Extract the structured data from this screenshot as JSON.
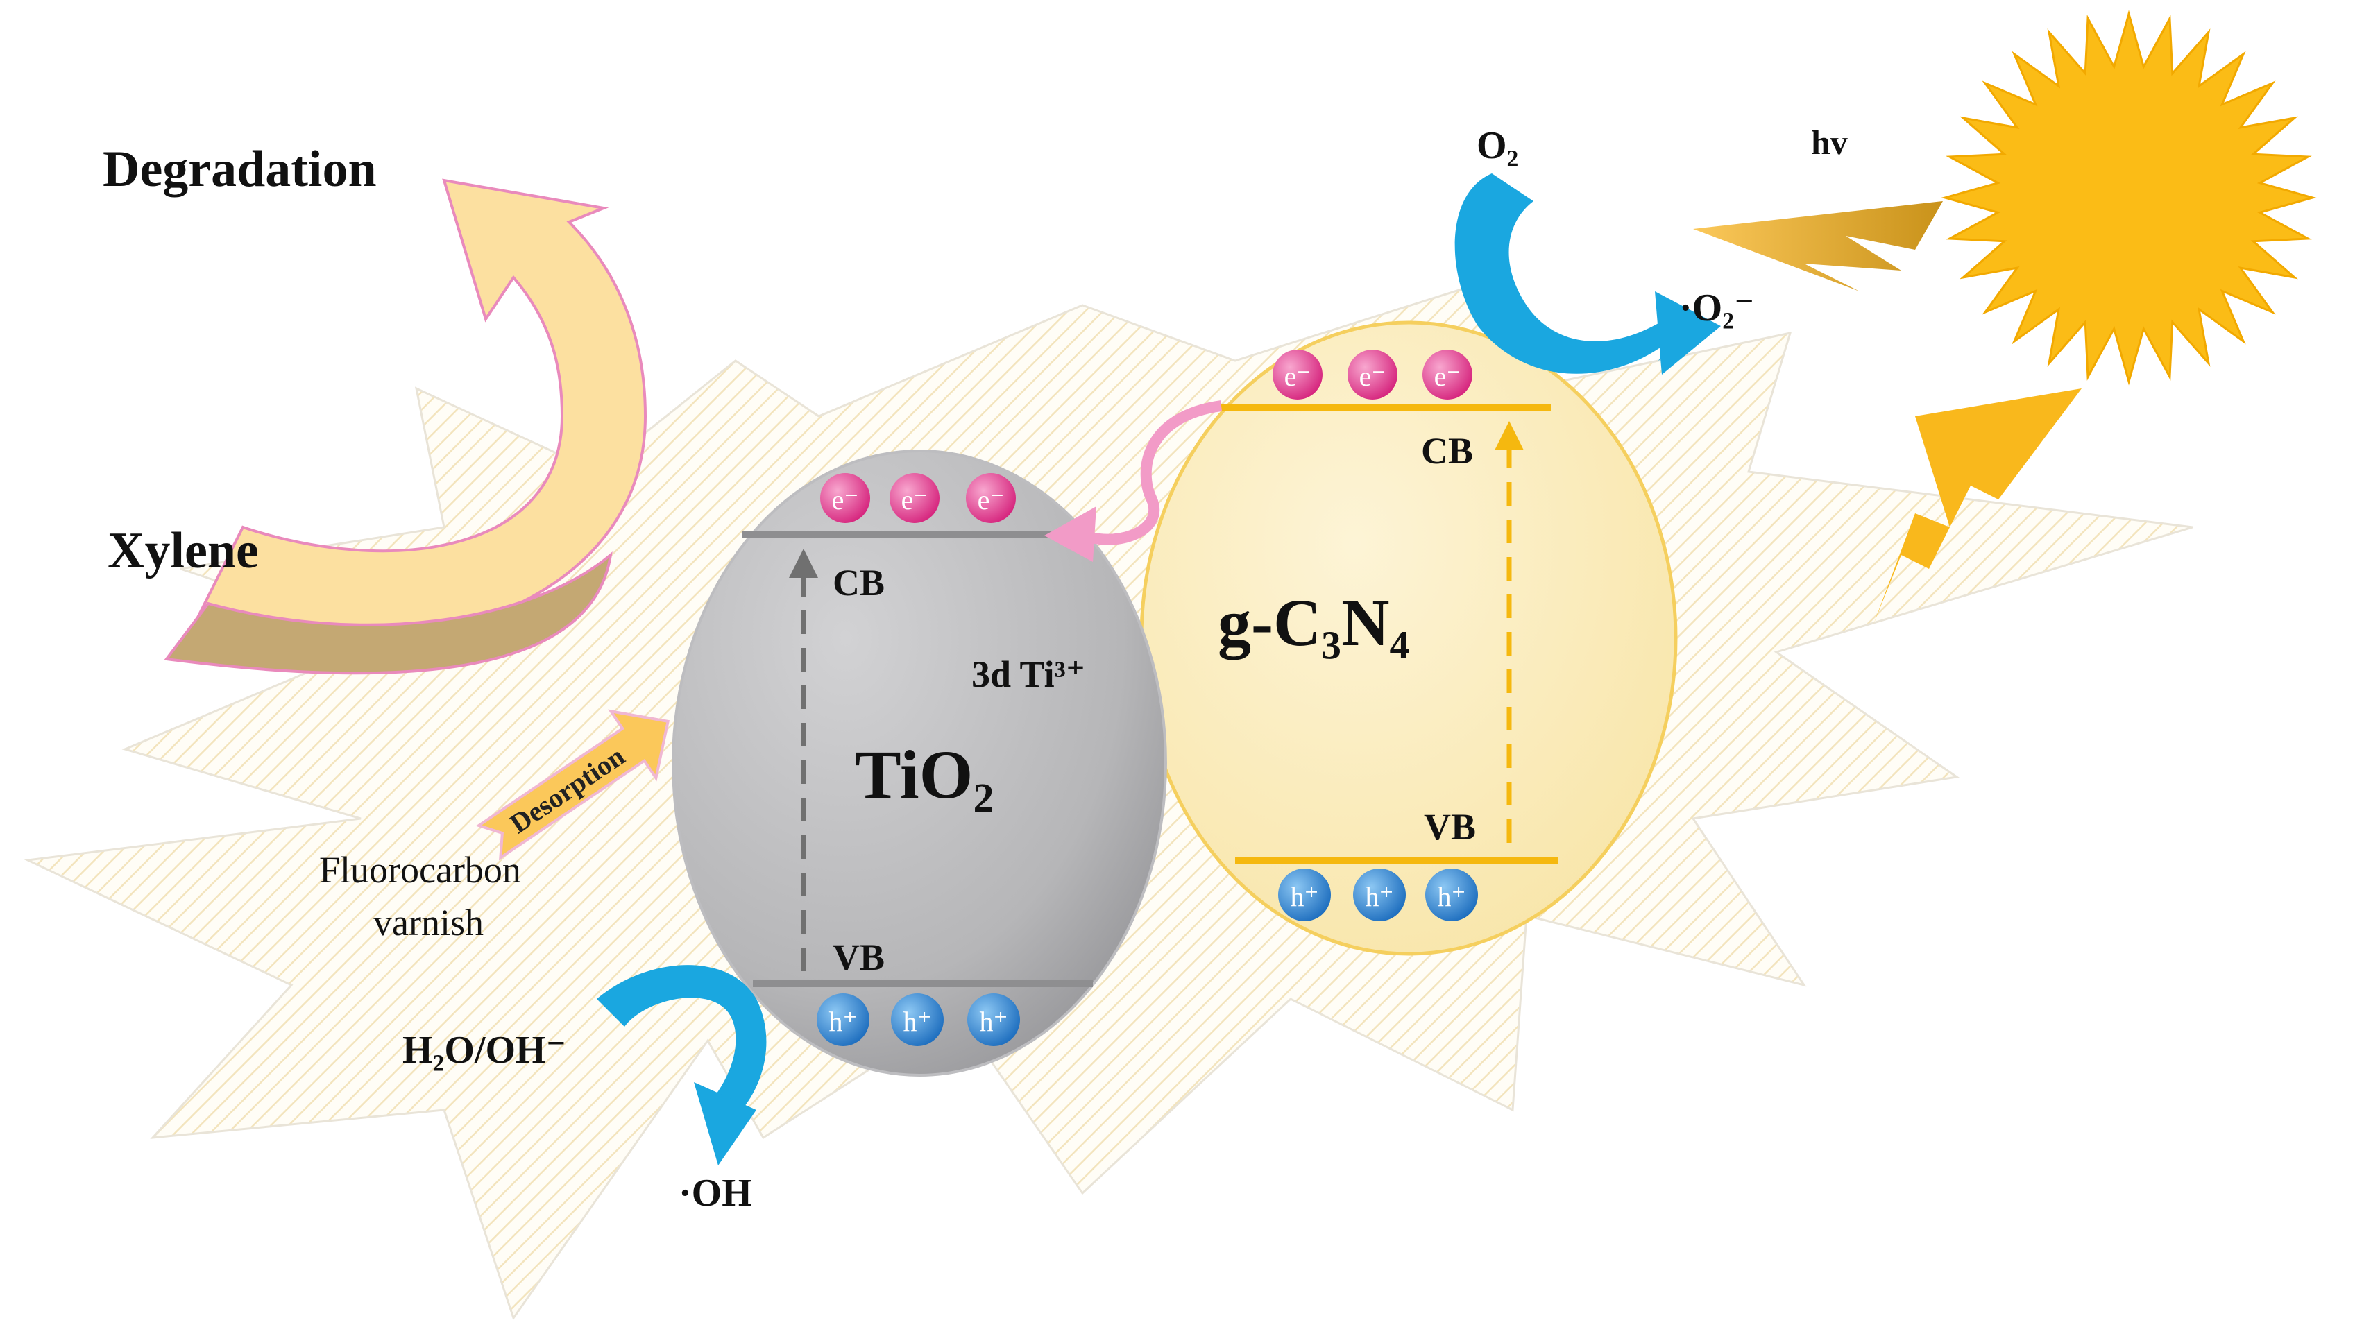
{
  "labels": {
    "degradation": "Degradation",
    "xylene": "Xylene",
    "desorption": "Desorption",
    "fluorocarbon_line1": "Fluorocarbon",
    "fluorocarbon_line2": "varnish",
    "h2o_oh": "H₂O/OH⁻",
    "oh_radical": "·OH",
    "o2": "O₂",
    "o2_radical": "·O₂⁻",
    "hv": "hv",
    "ti3": "3d Ti³⁺"
  },
  "tio2": {
    "name": "TiO₂",
    "cb": "CB",
    "vb": "VB",
    "electron": "e⁻",
    "hole": "h⁺"
  },
  "gc3n4": {
    "name": "g-C₃N₄",
    "cb": "CB",
    "vb": "VB",
    "electron": "e⁻",
    "hole": "h⁺"
  },
  "colors": {
    "tio2_fill": "#b7b7b9",
    "gc3n4_fill": "#fbeec0",
    "gc3n4_band": "#f5b80f",
    "electron": "#e8489a",
    "hole": "#3b8fd6",
    "blue_arrow": "#1aa7e0",
    "sun": "#fbbc16",
    "xylene_arrow": "#c4a873",
    "degradation_arrow": "#fce0a0",
    "transfer_arrow": "#f29bc7"
  }
}
